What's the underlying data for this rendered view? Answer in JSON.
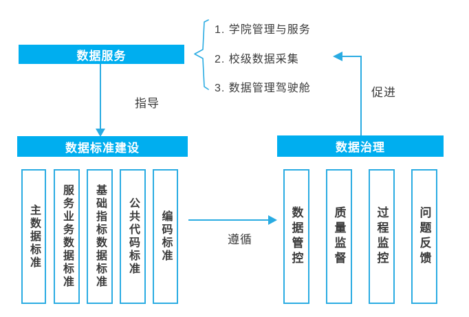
{
  "colors": {
    "accent": "#00AEEF",
    "line": "#29ABE2",
    "ink": "#3A3A3A",
    "header_text": "#FFFFFF"
  },
  "headers": {
    "data_service": "数据服务",
    "data_standard": "数据标准建设",
    "data_governance": "数据治理"
  },
  "service_outcomes": [
    "1. 学院管理与服务",
    "2. 校级数据采集",
    "3. 数据管理驾驶舱"
  ],
  "edge_labels": {
    "guide": "指导",
    "promote": "促进",
    "follow": "遵循"
  },
  "standard_columns": [
    "主数据标准",
    "服务业务数据标准",
    "基础指标数据标准",
    "公共代码标准",
    "编码标准"
  ],
  "governance_columns": [
    "数据管控",
    "质量监督",
    "过程监控",
    "问题反馈"
  ]
}
